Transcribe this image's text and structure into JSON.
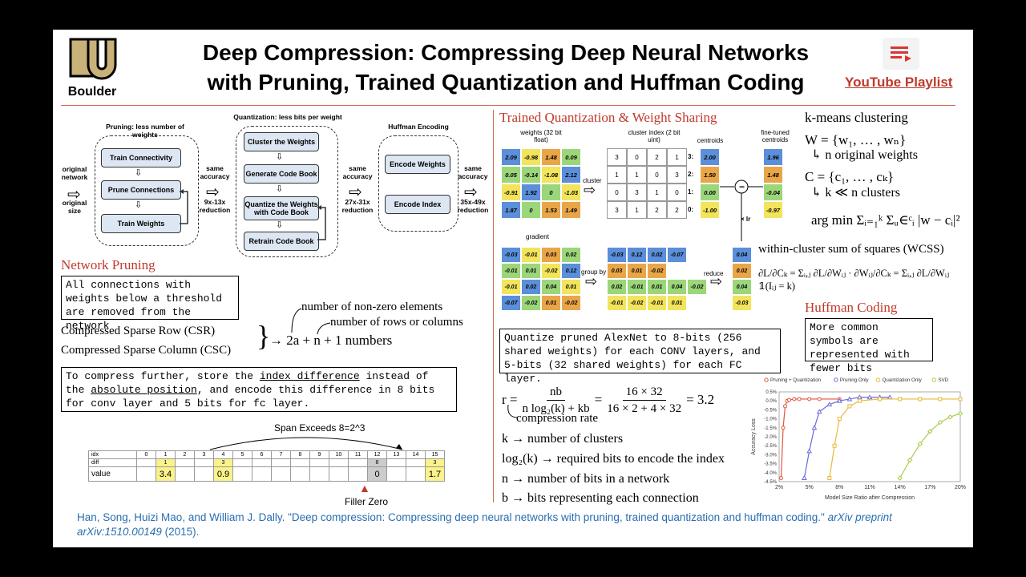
{
  "header": {
    "logo_word": "Boulder",
    "title_line1": "Deep Compression: Compressing Deep Neural Networks",
    "title_line2": "with Pruning, Trained Quantization and Huffman Coding",
    "playlist_link": "YouTube Playlist"
  },
  "pipeline": {
    "input_label": [
      "original",
      "network"
    ],
    "size_label": [
      "original",
      "size"
    ],
    "stages": [
      {
        "title": "Pruning: less number of weights",
        "steps": [
          "Train Connectivity",
          "Prune Connections",
          "Train Weights"
        ]
      },
      {
        "title": "Quantization: less bits per weight",
        "steps": [
          "Cluster the Weights",
          "Generate Code Book",
          "Quantize the Weights with Code Book",
          "Retrain Code Book"
        ]
      },
      {
        "title": "Huffman Encoding",
        "steps": [
          "Encode Weights",
          "Encode Index"
        ]
      }
    ],
    "reductions": [
      {
        "acc": "same accuracy",
        "ratio": "9x-13x reduction"
      },
      {
        "acc": "same accuracy",
        "ratio": "27x-31x reduction"
      },
      {
        "acc": "same accuracy",
        "ratio": "35x-49x reduction"
      }
    ]
  },
  "network_pruning": {
    "heading": "Network Pruning",
    "box_text": "All connections with weights below a threshold are removed from the network",
    "csr": "Compressed Sparse Row (CSR)",
    "csc": "Compressed Sparse Column (CSC)",
    "formula": "2a + n + 1 numbers",
    "note_nonzero": "number of non-zero elements",
    "note_rows": "number of rows or columns",
    "compress_text_1": "To compress further, store the ",
    "compress_index": "index difference",
    "compress_text_2": " instead of the ",
    "compress_abs": "absolute position",
    "compress_text_3": ", and encode this difference in 8 bits for conv layer and 5 bits for fc layer.",
    "span_label": "Span Exceeds 8=2^3",
    "filler_label": "Filler Zero",
    "table": {
      "idx": [
        "idx",
        "0",
        "1",
        "2",
        "3",
        "4",
        "5",
        "6",
        "7",
        "8",
        "9",
        "10",
        "11",
        "12",
        "13",
        "14",
        "15"
      ],
      "diff": [
        "diff",
        "",
        "1",
        "",
        "",
        "3",
        "",
        "",
        "",
        "",
        "",
        "",
        "",
        "8",
        "",
        "",
        "3"
      ],
      "value": [
        "value",
        "",
        "3.4",
        "",
        "",
        "0.9",
        "",
        "",
        "",
        "",
        "",
        "",
        "",
        "0",
        "",
        "",
        "1.7"
      ]
    }
  },
  "quantization": {
    "heading": "Trained Quantization & Weight Sharing",
    "weights_label": "weights (32 bit float)",
    "cluster_index_label": "cluster index (2 bit uint)",
    "centroids_label": "centroids",
    "finetuned_label": "fine-tuned centroids",
    "gradient_label": "gradient",
    "cluster_op": "cluster",
    "group_op": "group by",
    "reduce_op": "reduce",
    "lr_op": "× lr",
    "weights": [
      [
        "2.09",
        "-0.98",
        "1.48",
        "0.09"
      ],
      [
        "0.05",
        "-0.14",
        "-1.08",
        "2.12"
      ],
      [
        "-0.91",
        "1.92",
        "0",
        "-1.03"
      ],
      [
        "1.87",
        "0",
        "1.53",
        "1.49"
      ]
    ],
    "weight_clusters": [
      [
        3,
        0,
        2,
        1
      ],
      [
        1,
        1,
        0,
        3
      ],
      [
        0,
        3,
        1,
        0
      ],
      [
        3,
        1,
        2,
        2
      ]
    ],
    "cluster_index": [
      [
        "3",
        "0",
        "2",
        "1"
      ],
      [
        "1",
        "1",
        "0",
        "3"
      ],
      [
        "0",
        "3",
        "1",
        "0"
      ],
      [
        "3",
        "1",
        "2",
        "2"
      ]
    ],
    "centroid_ids": [
      "3:",
      "2:",
      "1:",
      "0:"
    ],
    "centroids": [
      "2.00",
      "1.50",
      "0.00",
      "-1.00"
    ],
    "finetuned": [
      "1.96",
      "1.48",
      "-0.04",
      "-0.97"
    ],
    "gradient": [
      [
        "-0.03",
        "-0.01",
        "0.03",
        "0.02"
      ],
      [
        "-0.01",
        "0.01",
        "-0.02",
        "0.12"
      ],
      [
        "-0.01",
        "0.02",
        "0.04",
        "0.01"
      ],
      [
        "-0.07",
        "-0.02",
        "0.01",
        "-0.02"
      ]
    ],
    "grouped": [
      [
        "-0.03",
        "0.12",
        "0.02",
        "-0.07"
      ],
      [
        "0.03",
        "0.01",
        "-0.02",
        ""
      ],
      [
        "0.02",
        "-0.01",
        "0.01",
        "0.04",
        "-0.02"
      ],
      [
        "-0.01",
        "-0.02",
        "-0.01",
        "0.01"
      ]
    ],
    "reduced": [
      "0.04",
      "0.02",
      "0.04",
      "-0.03"
    ],
    "colors": {
      "c3": "#5b8fd9",
      "c2": "#e9a649",
      "c1": "#9cd67a",
      "c0": "#f2e45c"
    },
    "note": "Quantize pruned AlexNet to 8-bits (256 shared weights) for each CONV layers, and 5-bits (32 shared weights) for each FC layer."
  },
  "compression_rate": {
    "formula_lhs": "r =",
    "formula_num": "nb",
    "formula_den": "n log₂(k) + kb",
    "formula_eq_num": "16 × 32",
    "formula_eq_den": "16 × 2 + 4 × 32",
    "formula_result": "= 3.2",
    "label": "compression rate",
    "defs": [
      "k → number of clusters",
      "log₂(k) → required bits to encode the index",
      "n → number of bits in a network",
      "b → bits representing each connection"
    ]
  },
  "kmeans": {
    "heading": "k-means clustering",
    "W": "W = {w₁, … , wₙ}",
    "W_note": "n original weights",
    "C": "C = {c₁, … , cₖ}",
    "C_note": "k ≪ n clusters",
    "argmin": "arg min Σᵢ₌₁ᵏ Σᵤ∈ᶜᵢ |w − cᵢ|²",
    "wcss": "within-cluster sum of squares (WCSS)",
    "grad": "∂L/∂Cₖ = Σᵢ,ⱼ ∂L/∂Wᵢⱼ · ∂Wᵢⱼ/∂Cₖ = Σᵢ,ⱼ ∂L/∂Wᵢⱼ 𝟙(Iᵢⱼ = k)"
  },
  "huffman": {
    "heading": "Huffman Coding",
    "box_text": "More common symbols are represented with fewer bits"
  },
  "chart_data": {
    "type": "line",
    "xlabel": "Model Size Ratio after Compression",
    "ylabel": "Accuracy Loss",
    "xlim": [
      2,
      20
    ],
    "ylim": [
      -4.5,
      0.5
    ],
    "xticks": [
      "2%",
      "5%",
      "8%",
      "11%",
      "14%",
      "17%",
      "20%"
    ],
    "yticks": [
      "0.5%",
      "0.0%",
      "-0.5%",
      "-1.0%",
      "-1.5%",
      "-2.0%",
      "-2.5%",
      "-3.0%",
      "-3.5%",
      "-4.0%",
      "-4.5%"
    ],
    "series": [
      {
        "name": "Pruning + Quantization",
        "color": "#e0553b",
        "marker": "circle",
        "x": [
          2.2,
          2.4,
          2.6,
          2.8,
          3.0,
          3.5,
          4.0,
          5.0,
          6.0,
          8.0
        ],
        "y": [
          -4.3,
          -1.5,
          -0.3,
          0.0,
          0.05,
          0.1,
          0.1,
          0.1,
          0.1,
          0.1
        ]
      },
      {
        "name": "Pruning Only",
        "color": "#6b6bd6",
        "marker": "triangle",
        "x": [
          4.5,
          5.0,
          5.5,
          6.0,
          7.0,
          8.0,
          9.0,
          10.0,
          11.0,
          12.0,
          13.0
        ],
        "y": [
          -4.3,
          -2.8,
          -1.5,
          -0.6,
          -0.2,
          0.0,
          0.1,
          0.2,
          0.2,
          0.2,
          0.2
        ]
      },
      {
        "name": "Quantization Only",
        "color": "#e8b93a",
        "marker": "square",
        "x": [
          7.0,
          7.5,
          8.0,
          9.0,
          10.0,
          12.0,
          14.0,
          16.0,
          18.0,
          20.0
        ],
        "y": [
          -4.3,
          -2.5,
          -1.0,
          -0.3,
          0.0,
          0.1,
          0.1,
          0.1,
          0.1,
          0.1
        ]
      },
      {
        "name": "SVD",
        "color": "#a8cc4a",
        "marker": "diamond",
        "x": [
          14.0,
          15.0,
          16.0,
          17.0,
          18.0,
          19.0,
          20.0
        ],
        "y": [
          -4.3,
          -3.3,
          -2.4,
          -1.7,
          -1.2,
          -0.9,
          -0.7
        ]
      }
    ],
    "legend": "top",
    "grid": false
  },
  "citation": {
    "text": "Han, Song, Huizi Mao, and William J. Dally. \"Deep compression: Compressing deep neural networks with pruning, trained quantization and huffman coding.\" ",
    "venue": "arXiv preprint arXiv:1510.00149",
    "year": " (2015)."
  }
}
